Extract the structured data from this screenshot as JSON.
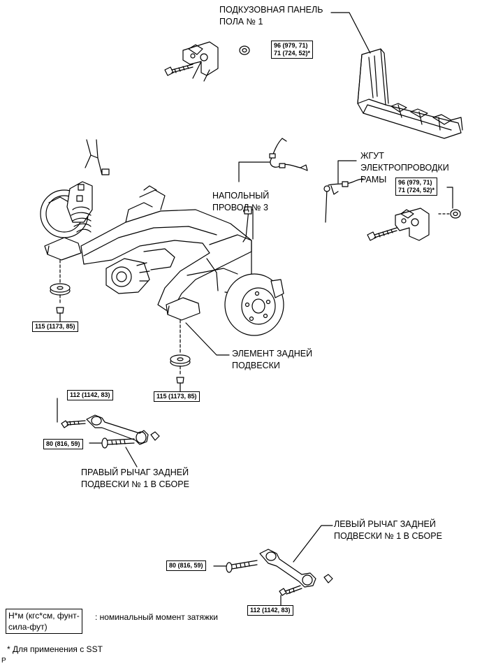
{
  "labels": {
    "floor_panel": "ПОДКУЗОВНАЯ ПАНЕЛЬ\nПОЛА № 1",
    "harness": "ЖГУТ\nЭЛЕКТРОПРОВОДКИ\nРАМЫ",
    "floor_wire": "НАПОЛЬНЫЙ\nПРОВОД № 3",
    "rear_member": "ЭЛЕМЕНТ ЗАДНЕЙ\nПОДВЕСКИ",
    "right_arm": "ПРАВЫЙ РЫЧАГ ЗАДНЕЙ\nПОДВЕСКИ № 1 В СБОРЕ",
    "left_arm": "ЛЕВЫЙ РЫЧАГ ЗАДНЕЙ\nПОДВЕСКИ № 1 В СБОРЕ"
  },
  "torques": {
    "t_top": "96 (979, 71)\n71 (724, 52)*",
    "t_right": "96 (979, 71)\n71 (724, 52)*",
    "t_left_mount": "115 (1173, 85)",
    "t_center_mount": "115 (1173, 85)",
    "t_rarm_top": "112 (1142, 83)",
    "t_rarm_left": "80 (816, 59)",
    "t_larm_left": "80 (816, 59)",
    "t_larm_bottom": "112 (1142, 83)"
  },
  "legend": {
    "unit_box": "Н*м (кгс*см, фунт-\nсила-фут)",
    "unit_text": ": номинальный момент затяжки",
    "footnote": "* Для применения с SST",
    "corner": "P"
  }
}
